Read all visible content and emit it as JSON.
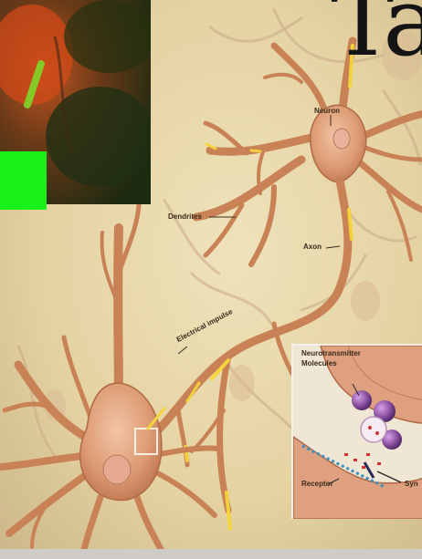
{
  "title_fragment": "Ta",
  "labels": {
    "neuron": "Neuron",
    "dendrites": "Dendrites",
    "axon": "Axon",
    "electrical_impulse": "Electrical impulse",
    "neurotransmitter": "Neurotransmitter",
    "molecules": "Molecules",
    "receptor": "Receptor",
    "synapse_fragment": "Syn"
  },
  "colors": {
    "parchment": "#e8d9ad",
    "neuron_fill": "#d9956f",
    "neuron_edge": "#b06a45",
    "impulse": "#f5d53a",
    "vesicle": "#8a4fa0",
    "microscopy_green": "#18f018"
  }
}
